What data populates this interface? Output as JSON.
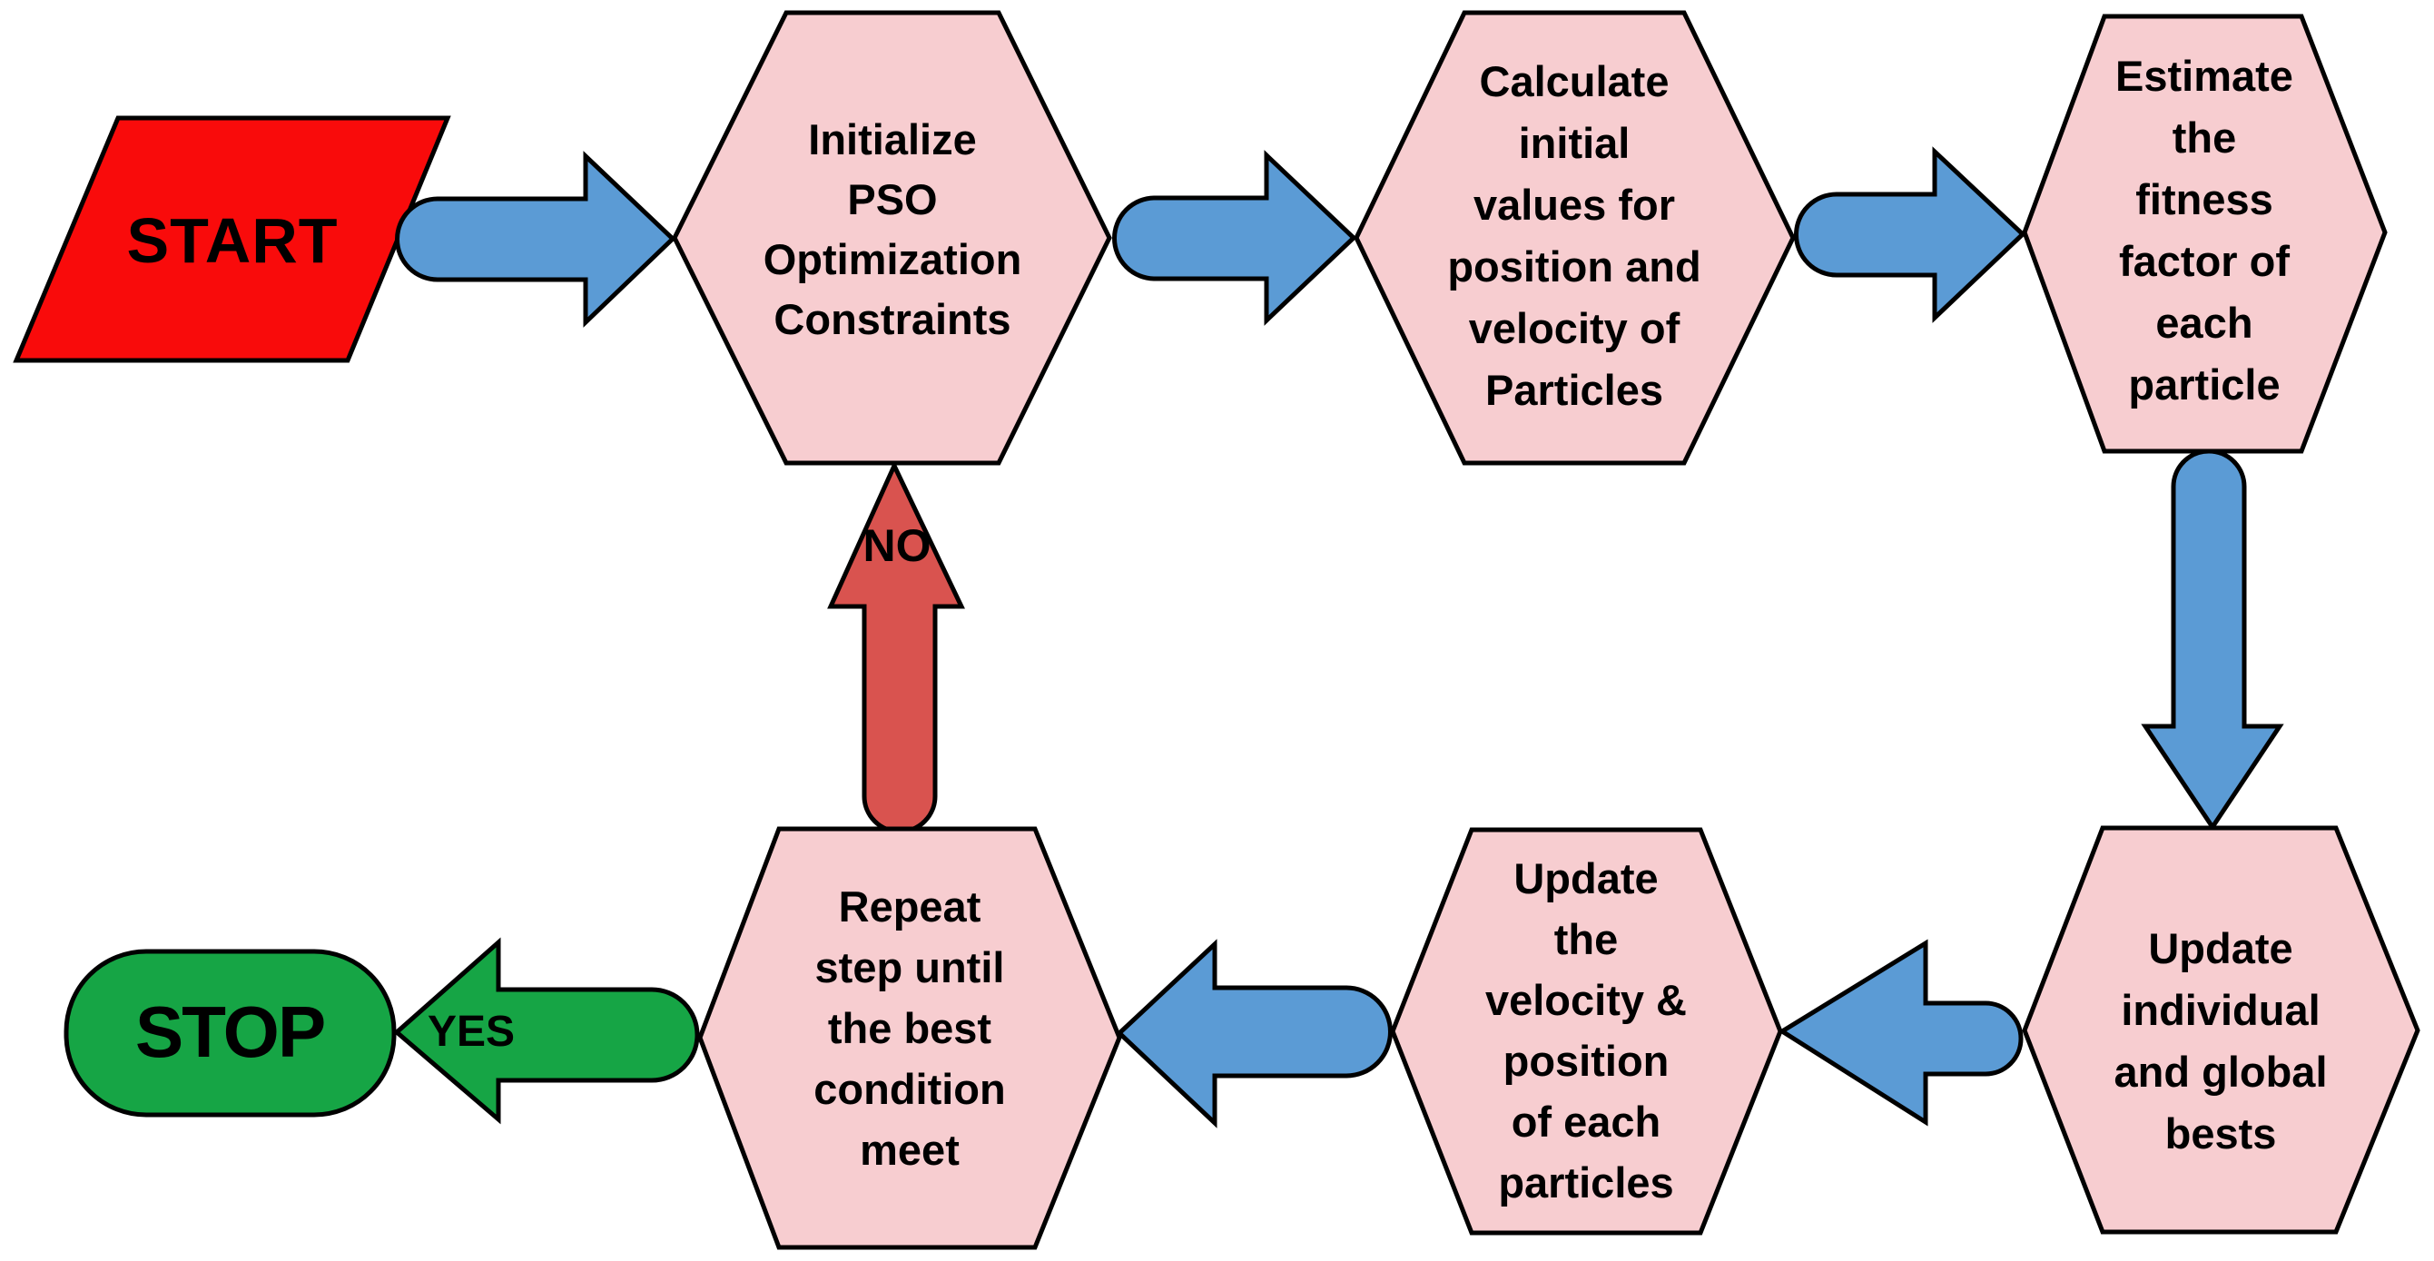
{
  "colors": {
    "background": "#FFFFFF",
    "start_fill": "#F90B0B",
    "hexagon_fill": "#F7CDD0",
    "arrow_blue": "#5B9BD5",
    "arrow_no_red": "#D9534F",
    "green": "#16A545",
    "outline": "#000000"
  },
  "nodes": {
    "start": {
      "label": "START"
    },
    "initialize": {
      "lines": [
        "Initialize",
        "PSO",
        "Optimization",
        "Constraints"
      ]
    },
    "calculate": {
      "lines": [
        "Calculate",
        "initial",
        "values for",
        "position and",
        "velocity of",
        "Particles"
      ]
    },
    "estimate": {
      "lines": [
        "Estimate",
        "the",
        "fitness",
        "factor of",
        "each",
        "particle"
      ]
    },
    "update_bests": {
      "lines": [
        "Update",
        "individual",
        "and global",
        "bests"
      ]
    },
    "update_velocity": {
      "lines": [
        "Update",
        "the",
        "velocity &",
        "position",
        "of each",
        "particles"
      ]
    },
    "repeat": {
      "lines": [
        "Repeat",
        "step until",
        "the best",
        "condition",
        "meet"
      ]
    },
    "stop": {
      "label": "STOP"
    }
  },
  "connectors": {
    "no": {
      "label": "NO"
    },
    "yes": {
      "label": "YES"
    }
  }
}
